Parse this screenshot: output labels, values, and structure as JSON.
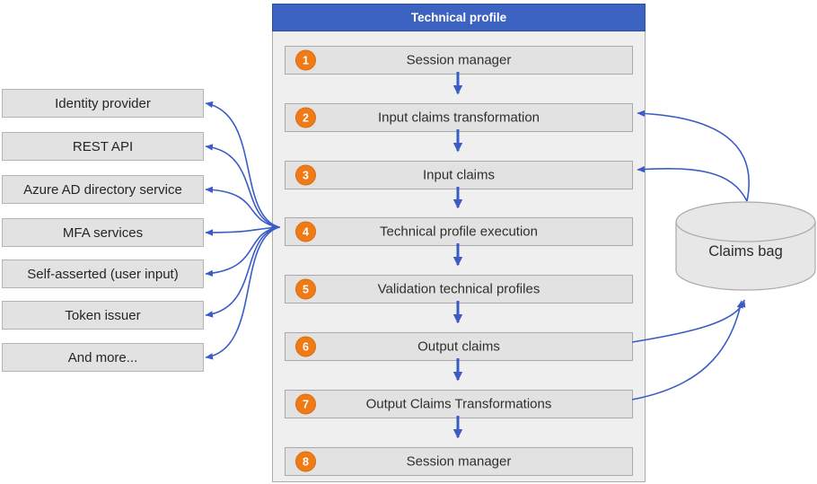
{
  "panel": {
    "title": "Technical profile"
  },
  "steps": [
    {
      "num": "1",
      "label": "Session manager"
    },
    {
      "num": "2",
      "label": "Input claims transformation"
    },
    {
      "num": "3",
      "label": "Input claims"
    },
    {
      "num": "4",
      "label": "Technical profile execution"
    },
    {
      "num": "5",
      "label": "Validation technical profiles"
    },
    {
      "num": "6",
      "label": "Output claims"
    },
    {
      "num": "7",
      "label": "Output Claims Transformations"
    },
    {
      "num": "8",
      "label": "Session manager"
    }
  ],
  "providers": [
    "Identity provider",
    "REST API",
    "Azure AD directory service",
    "MFA services",
    "Self-asserted (user input)",
    "Token issuer",
    "And more..."
  ],
  "claims_bag": {
    "label": "Claims bag"
  },
  "colors": {
    "header_blue": "#3d63c2",
    "arrow_blue": "#3a5cc5",
    "badge_orange": "#ef7b17",
    "box_fill": "#e2e2e3",
    "panel_fill": "#efeff0",
    "cylinder_fill": "#e7e7e8"
  }
}
